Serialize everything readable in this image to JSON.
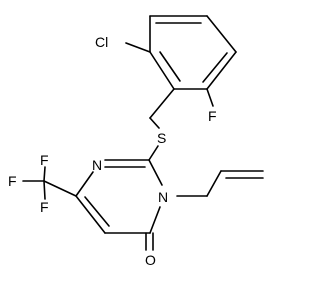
{
  "molecule": {
    "atoms": {
      "cl": "Cl",
      "f_ring": "F",
      "s": "S",
      "n1": "N",
      "n3": "N",
      "o": "O",
      "f1": "F",
      "f2": "F",
      "f3": "F"
    }
  }
}
